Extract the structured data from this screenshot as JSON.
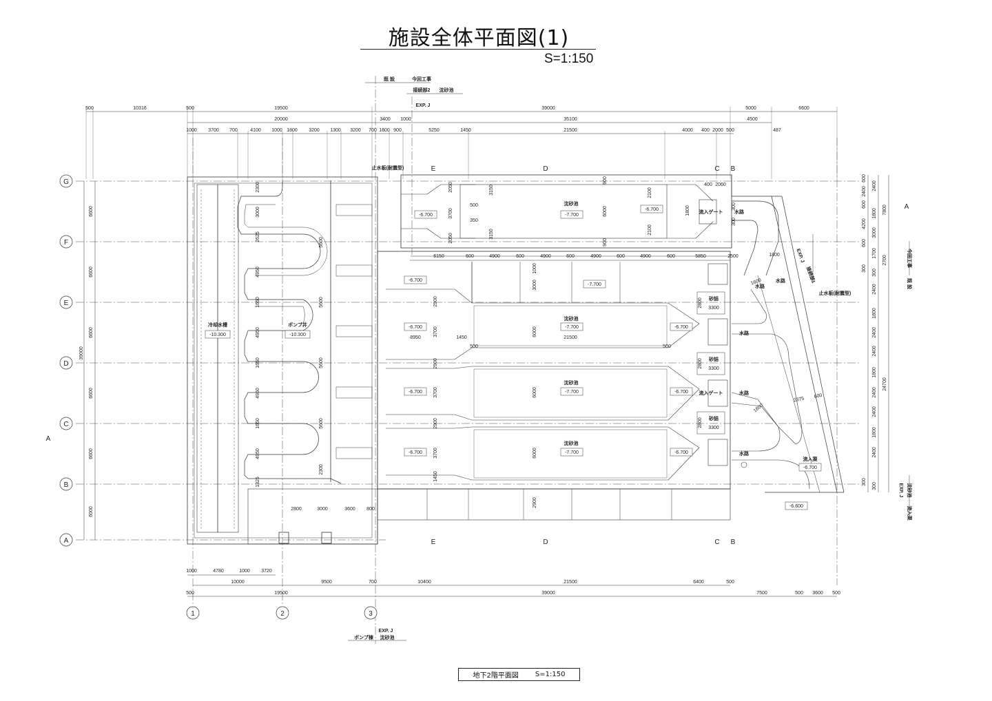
{
  "title": "施設全体平面図(1)",
  "scale": "S=1:150",
  "footer": {
    "name": "地下2階平面図",
    "scale": "S=1:150"
  },
  "zone_labels": {
    "existing": "既 設",
    "this_work": "今回工事",
    "connection2": "接続部2",
    "grit_chamber": "沈砂池",
    "pump_building": "ポンプ棟",
    "expj": "EXP. J",
    "inflow_channel": "流入渠",
    "waterstop": "止水板(耐震型)",
    "waterstop_right": "止水板(耐震型)",
    "connection1": "接続部1"
  },
  "grid_rows": [
    "G",
    "F",
    "E",
    "D",
    "C",
    "B",
    "A"
  ],
  "grid_cols": [
    "1",
    "2",
    "3"
  ],
  "section_marks": {
    "top": [
      "E",
      "D",
      "C",
      "B"
    ],
    "bottom": [
      "E",
      "D",
      "C",
      "B"
    ],
    "side": "A"
  },
  "top_dims": {
    "row1": [
      "500",
      "10316",
      "500",
      "19500",
      "39000",
      "5000",
      "6600"
    ],
    "row2": [
      "20000",
      "3400",
      "1000",
      "35100",
      "4500"
    ],
    "row3": [
      "1000",
      "3700",
      "700",
      "4100",
      "1000",
      "1800",
      "3200",
      "1300",
      "3200",
      "700",
      "1800",
      "900",
      "5250",
      "1450",
      "21500",
      "4000",
      "400",
      "2000",
      "500",
      "487"
    ]
  },
  "bottom_dims": {
    "row1": [
      "1000",
      "4780",
      "1000",
      "3720"
    ],
    "row2": [
      "10000",
      "9500",
      "700",
      "10400",
      "21500",
      "6400",
      "500"
    ],
    "row3": [
      "500",
      "19500",
      "39000",
      "7500",
      "500",
      "3600",
      "500"
    ]
  },
  "left_dims": [
    "6600",
    "6600",
    "6600",
    "6600",
    "6600",
    "6000",
    "39000"
  ],
  "right_dims": {
    "inner": [
      "600",
      "2400",
      "600",
      "1800",
      "4200",
      "3000",
      "600",
      "1700",
      "300",
      "300",
      "2400",
      "1800",
      "2400",
      "2400",
      "1800",
      "2400",
      "2400",
      "1800",
      "2400",
      "300",
      "300"
    ],
    "outer": [
      "2400",
      "7800",
      "2700",
      "24700"
    ]
  },
  "top_basin_dims": [
    "6150",
    "600",
    "4900",
    "600",
    "4900",
    "600",
    "4900",
    "600",
    "4900",
    "600",
    "5850",
    "2500"
  ],
  "rooms": {
    "cooling_tank": "冷却水槽",
    "cooling_level": "-10.300",
    "pump_well": "ポンプ井",
    "pump_level": "-10.300",
    "grit": "沈砂池",
    "gate": "流入ゲート",
    "channel": "水路",
    "sand_pit": "砂詰",
    "inflow": "流入渠"
  },
  "levels": {
    "l1": "-6.700",
    "l2": "-7.700",
    "l3": "-6.600"
  },
  "misc_dims": {
    "d2050": "2050",
    "d3700": "3700",
    "d3150": "3150",
    "d500": "500",
    "d350": "350",
    "d900": "900",
    "d6000": "6000",
    "d2100": "2100",
    "d1800": "1800",
    "d400": "400",
    "d2060": "2060",
    "d300": "300",
    "d2900": "2900",
    "d3000": "3000",
    "d1000": "1000",
    "d8950": "8950",
    "d1450": "1450",
    "d21500": "21500",
    "d2800": "2800",
    "d3300": "3300",
    "d1600": "1600",
    "d2375": "2375",
    "d600": "600",
    "d2300": "2300",
    "d2625": "2625",
    "d4950": "4950",
    "d1650": "1650",
    "d5600": "5600",
    "d1325": "1325",
    "d3600": "3600",
    "d800": "800"
  }
}
